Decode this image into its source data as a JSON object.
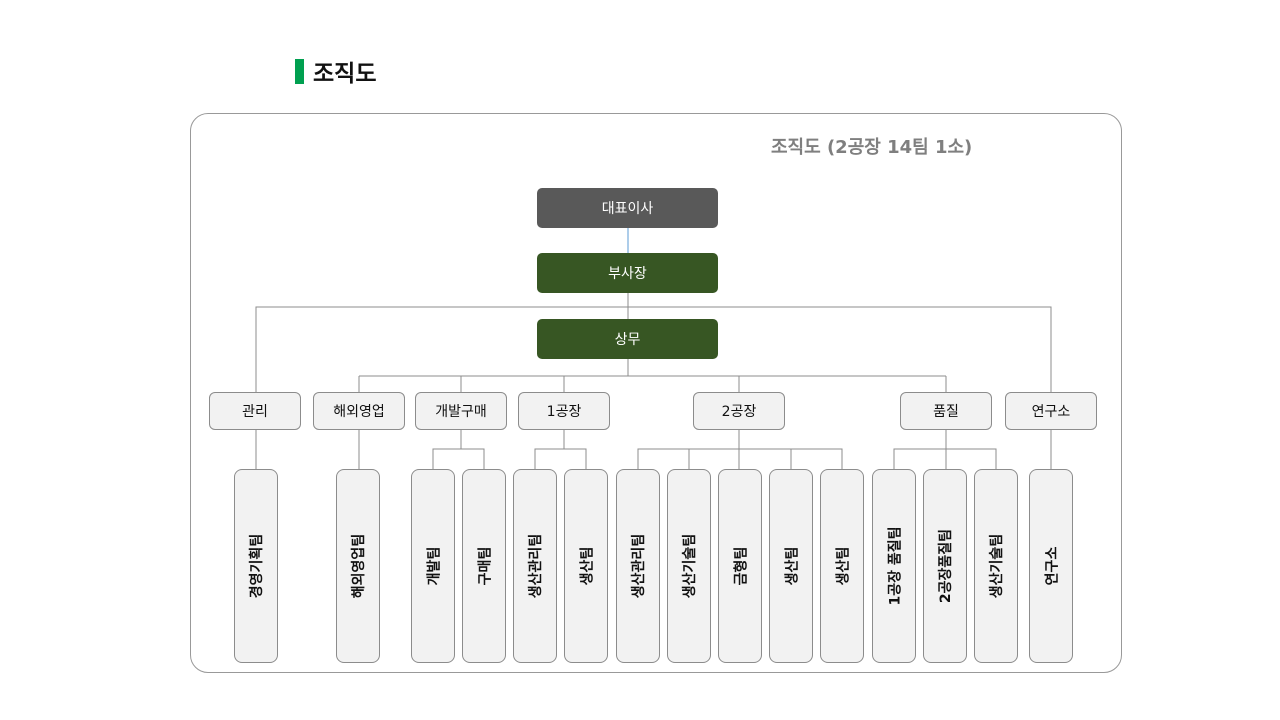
{
  "page_title": "조직도",
  "chart_subtitle": "조직도 (2공장 14팀 1소)",
  "colors": {
    "accent": "#00a050",
    "ceo": "#595959",
    "exec": "#375623"
  },
  "top": [
    "대표이사",
    "부사장",
    "상무"
  ],
  "departments": [
    "관리",
    "해외영업",
    "개발구매",
    "1공장",
    "2공장",
    "품질",
    "연구소"
  ],
  "teams": [
    "경영기획팀",
    "해외영업팀",
    "개발팀",
    "구매팀",
    "생산관리팀",
    "생산팀",
    "생산관리팀",
    "생산기술팀",
    "금형팀",
    "생산팀",
    "생산팀",
    "1공장 품질팀",
    "2공장품질팀",
    "생산기술팀",
    "연구소"
  ]
}
